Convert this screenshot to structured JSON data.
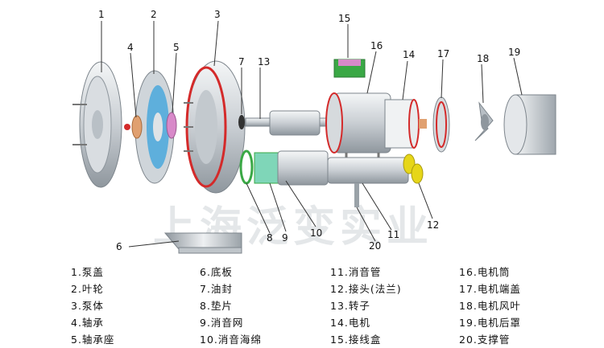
{
  "diagram": {
    "part_numbers": [
      "1",
      "2",
      "3",
      "4",
      "5",
      "6",
      "7",
      "8",
      "9",
      "10",
      "11",
      "12",
      "13",
      "14",
      "15",
      "16",
      "17",
      "18",
      "19",
      "20"
    ],
    "watermark": "上海泛变实业"
  },
  "legend": [
    [
      "1.泵盖",
      "2.叶轮",
      "3.泵体",
      "4.轴承",
      "5.轴承座"
    ],
    [
      "6.底板",
      "7.油封",
      "8.垫片",
      "9.消音网",
      "10.消音海绵"
    ],
    [
      "11.消音管",
      "12.接头(法兰)",
      "13.转子",
      "14.电机",
      "15.接线盒"
    ],
    [
      "16.电机筒",
      "17.电机端盖",
      "18.电机风叶",
      "19.电机后罩",
      "20.支撑管"
    ]
  ],
  "colors": {
    "red_accent": "#d42a2a",
    "metal_light": "#e4e7ea",
    "metal_dark": "#8f979e",
    "blue_accent": "#4aa8dc",
    "green_accent": "#3aa845",
    "yellow_accent": "#e6d619",
    "pink_accent": "#d889c9",
    "copper_accent": "#e0a070",
    "leader_line": "#333333"
  }
}
